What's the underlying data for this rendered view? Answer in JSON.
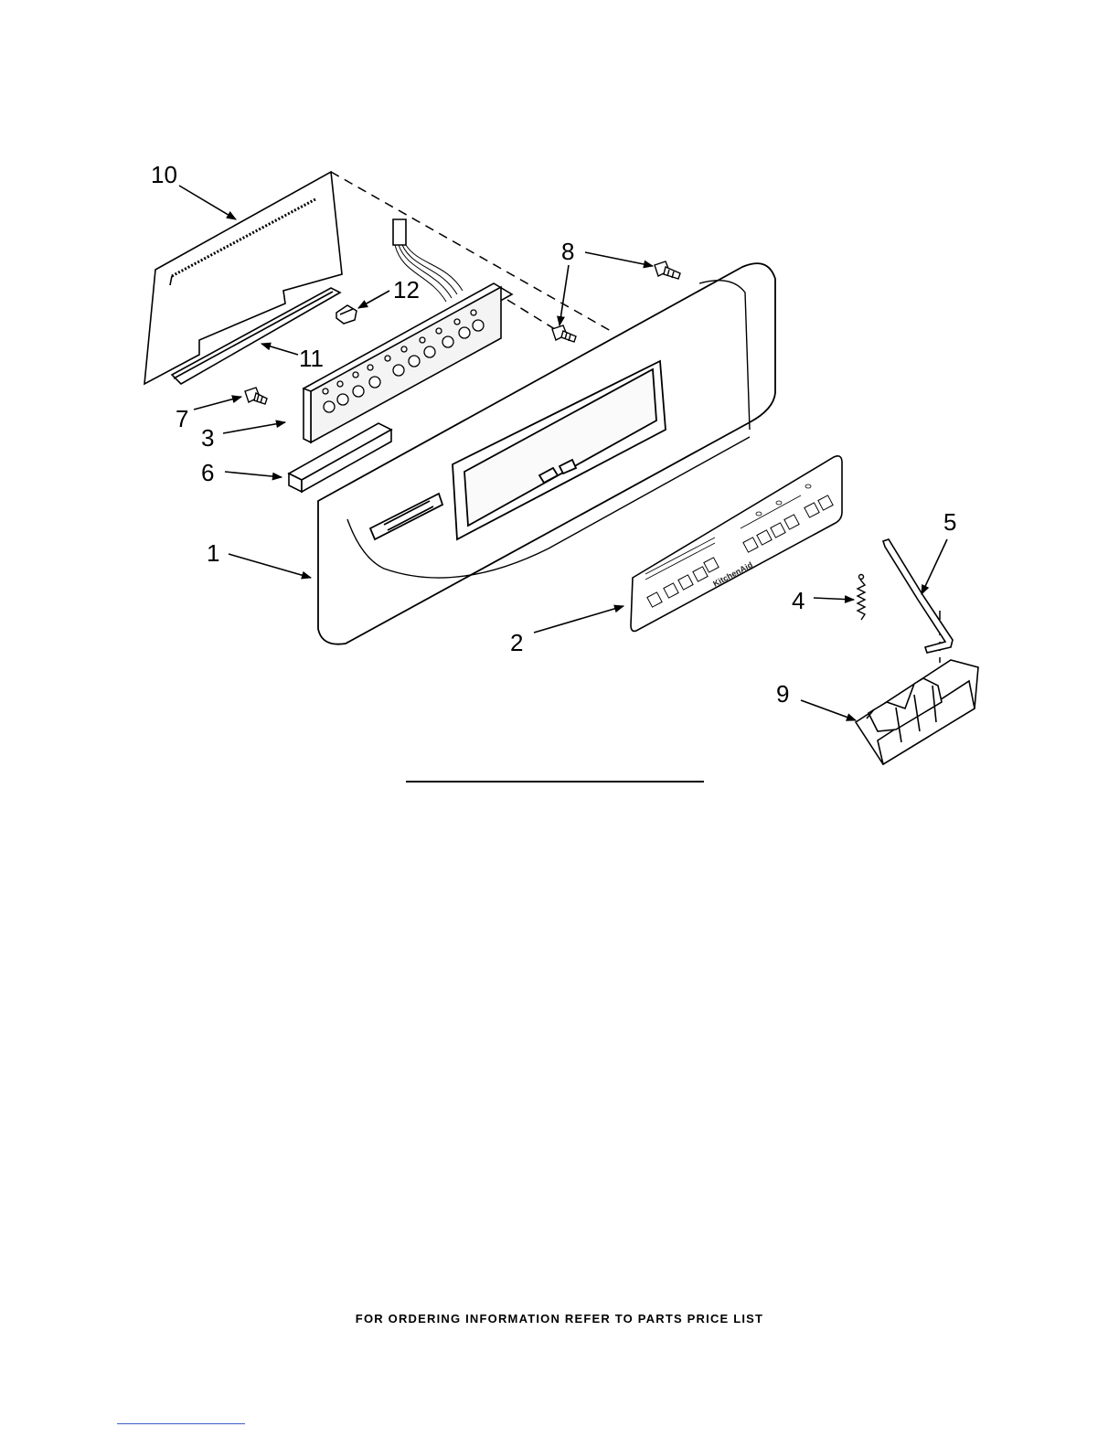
{
  "diagram": {
    "callouts": [
      {
        "id": "1",
        "label": "1"
      },
      {
        "id": "2",
        "label": "2"
      },
      {
        "id": "3",
        "label": "3"
      },
      {
        "id": "4",
        "label": "4"
      },
      {
        "id": "5",
        "label": "5"
      },
      {
        "id": "6",
        "label": "6"
      },
      {
        "id": "7",
        "label": "7"
      },
      {
        "id": "8",
        "label": "8"
      },
      {
        "id": "9",
        "label": "9"
      },
      {
        "id": "10",
        "label": "10"
      },
      {
        "id": "11",
        "label": "11"
      },
      {
        "id": "12",
        "label": "12"
      }
    ],
    "brand": "KitchenAid"
  },
  "footer": {
    "note": "FOR ORDERING INFORMATION REFER TO PARTS PRICE LIST"
  }
}
